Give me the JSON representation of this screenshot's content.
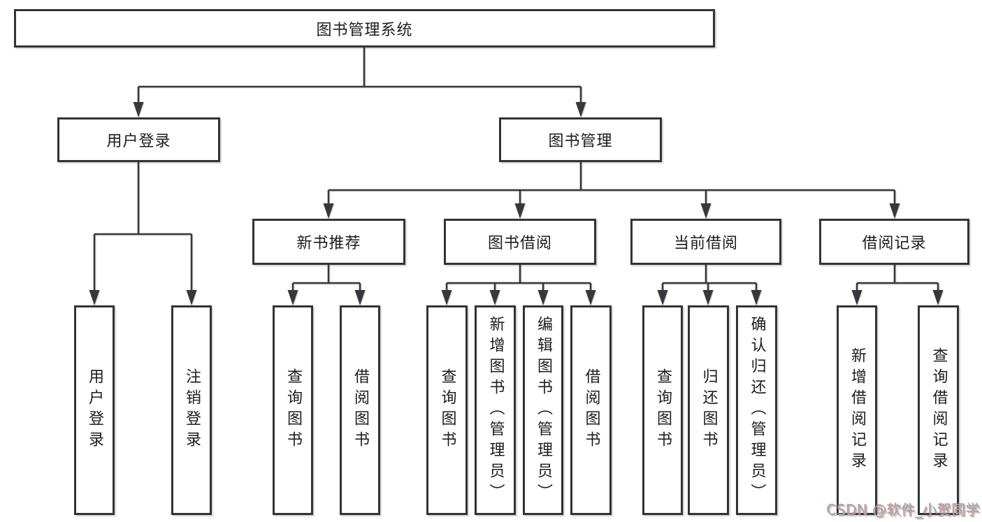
{
  "diagram": {
    "root": {
      "label": "图书管理系统"
    },
    "level2": [
      {
        "label": "用户登录"
      },
      {
        "label": "图书管理"
      }
    ],
    "level3": [
      {
        "label": "新书推荐"
      },
      {
        "label": "图书借阅"
      },
      {
        "label": "当前借阅"
      },
      {
        "label": "借阅记录"
      }
    ],
    "leaves": {
      "user_login": [
        {
          "label": "用户登录"
        },
        {
          "label": "注销登录"
        }
      ],
      "new_books": [
        {
          "label": "查询图书"
        },
        {
          "label": "借阅图书"
        }
      ],
      "book_borrow": [
        {
          "label": "查询图书"
        },
        {
          "label": "新增图书（管理员）"
        },
        {
          "label": "编辑图书（管理员）"
        },
        {
          "label": "借阅图书"
        }
      ],
      "current_borrow": [
        {
          "label": "查询图书"
        },
        {
          "label": "归还图书"
        },
        {
          "label": "确认归还（管理员）"
        }
      ],
      "borrow_records": [
        {
          "label": "新增借阅记录"
        },
        {
          "label": "查询借阅记录"
        }
      ]
    },
    "watermark": "CSDN @软件_小贺同学",
    "colors": {
      "line": "#37383d",
      "border": "#323338",
      "text": "#1c1c1f",
      "background": "#ffffff",
      "watermark_gray": "#a9aab0",
      "watermark_red": "#d1766c"
    }
  }
}
